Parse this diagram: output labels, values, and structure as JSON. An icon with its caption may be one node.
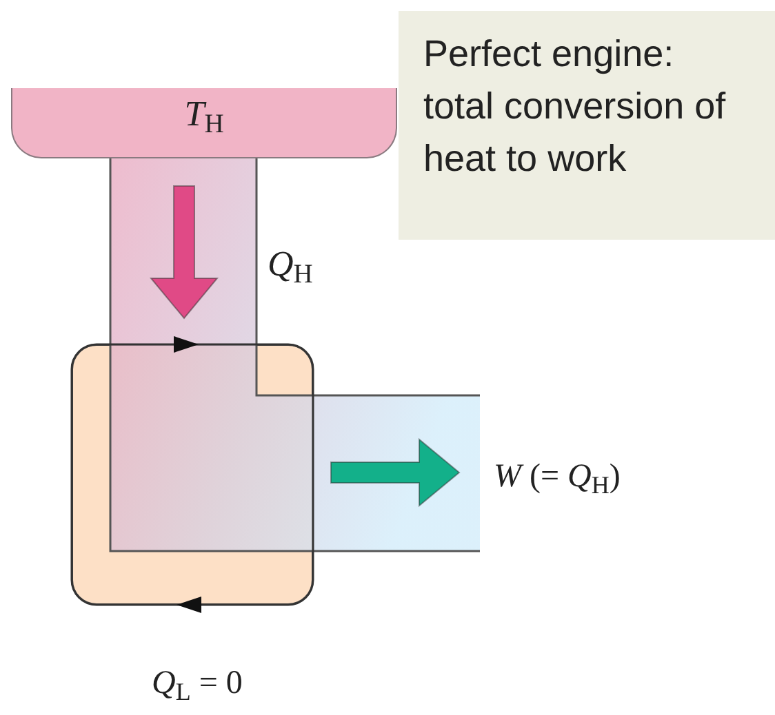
{
  "diagram": {
    "nodes": [
      {
        "text": [
          "*T*$_{H}$"
        ]
      },
      {
        "text": [],
        "shape": "box"
      },
      {
        "text": [
          "Perfect engine: total conversion of heat to work"
        ]
      },
      {
        "text": [
          "*W* (= *Q*$_{H}$)"
        ]
      }
    ],
    "edges": [
      {
        "from": 0,
        "to": 1,
        "arrow": "to",
        "color": "#e04a86"
      },
      {
        "from": 1,
        "to": 3,
        "arrow": "to",
        "color": "#13b08a"
      }
    ],
    "labels": [
      "*Q*$_{H}$",
      "*Q*$_{L}$ = 0"
    ]
  }
}
